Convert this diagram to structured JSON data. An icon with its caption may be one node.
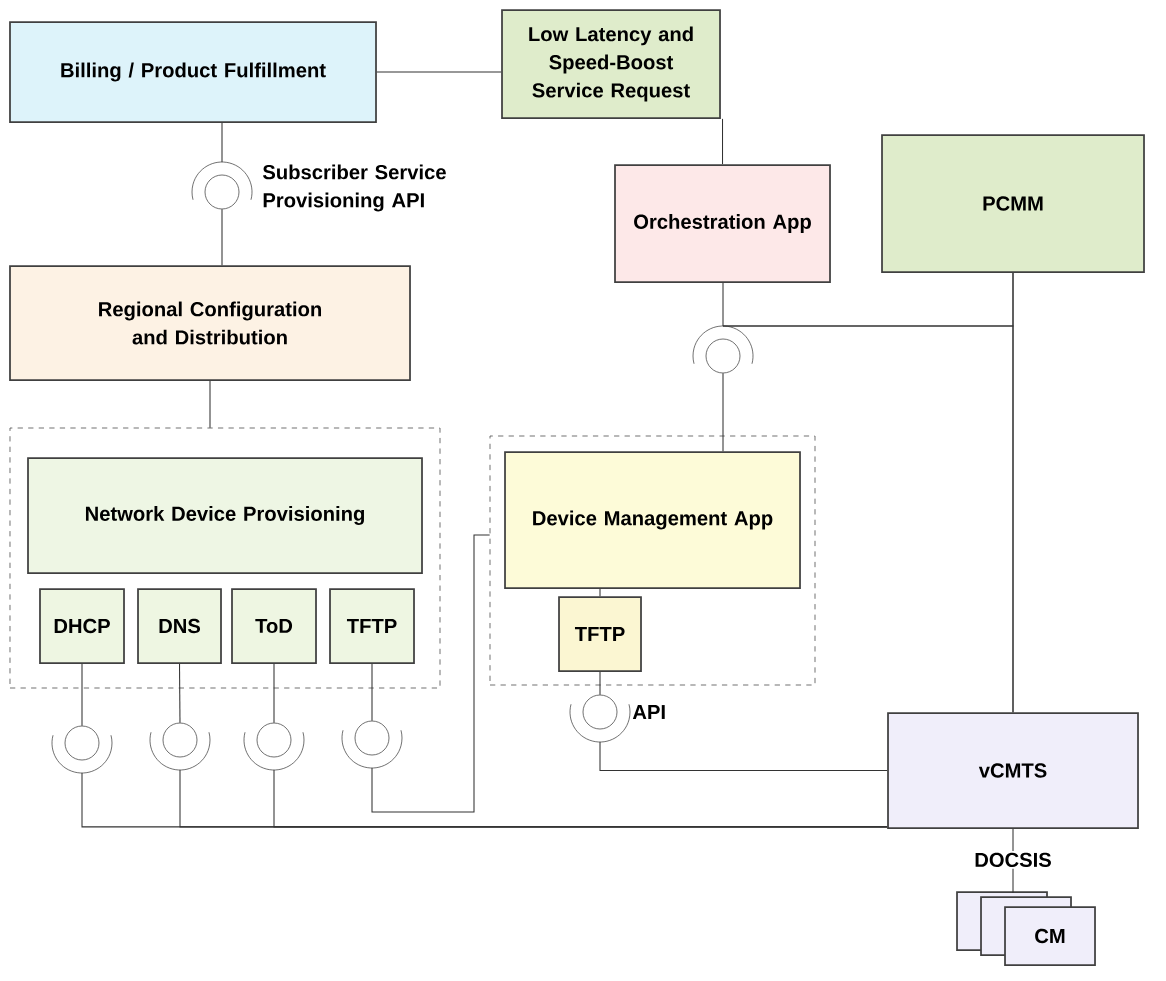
{
  "diagram": {
    "nodes": [
      {
        "text": [
          "Billing / Product Fulfillment"
        ]
      },
      {
        "text": [
          "Low Latency and Speed-Boost Service Request"
        ]
      },
      {
        "text": [
          "Orchestration App"
        ]
      },
      {
        "text": [
          "PCMM"
        ]
      },
      {
        "text": [
          "Regional Configuration and Distribution"
        ]
      },
      {
        "text": [],
        "shape": "box"
      },
      {
        "text": [
          "Network Device Provisioning"
        ],
        "in": 5
      },
      {
        "text": [
          "DHCP"
        ],
        "in": 5
      },
      {
        "text": [
          "DNS"
        ],
        "in": 5
      },
      {
        "text": [
          "ToD"
        ],
        "in": 5
      },
      {
        "text": [
          "TFTP"
        ],
        "in": 5
      },
      {
        "text": [],
        "shape": "box"
      },
      {
        "text": [
          "Device Management App"
        ],
        "in": 11
      },
      {
        "text": [
          "TFTP"
        ],
        "in": 11
      },
      {
        "text": [
          "vCMTS"
        ]
      },
      {
        "text": [
          "CM"
        ]
      },
      {
        "text": [],
        "shape": "circle",
        "beside": [
          "Subscriber Service Provisioning API"
        ]
      },
      {
        "text": [],
        "shape": "circle"
      },
      {
        "text": [],
        "shape": "circle"
      },
      {
        "text": [],
        "shape": "circle"
      },
      {
        "text": [],
        "shape": "circle"
      },
      {
        "text": [],
        "shape": "circle"
      },
      {
        "text": [],
        "shape": "circle",
        "beside": [
          "API"
        ]
      }
    ],
    "edges": [
      {
        "from": 0,
        "to": 1,
        "arrow": "none"
      },
      {
        "from": 1,
        "to": 2,
        "arrow": "none"
      },
      {
        "from": 0,
        "to": 16,
        "arrow": "none"
      },
      {
        "from": 16,
        "to": 4,
        "arrow": "none"
      },
      {
        "from": 4,
        "to": 5,
        "arrow": "none"
      },
      {
        "from": 2,
        "to": 17,
        "arrow": "none"
      },
      {
        "from": 17,
        "to": 12,
        "arrow": "none"
      },
      {
        "from": 17,
        "to": 3,
        "arrow": "none"
      },
      {
        "from": 17,
        "to": 14,
        "arrow": "none"
      },
      {
        "from": 3,
        "to": 14,
        "arrow": "none"
      },
      {
        "from": 7,
        "to": 18,
        "arrow": "none"
      },
      {
        "from": 8,
        "to": 19,
        "arrow": "none"
      },
      {
        "from": 9,
        "to": 20,
        "arrow": "none"
      },
      {
        "from": 10,
        "to": 21,
        "arrow": "none"
      },
      {
        "from": 18,
        "to": 14,
        "arrow": "none"
      },
      {
        "from": 19,
        "to": 14,
        "arrow": "none"
      },
      {
        "from": 20,
        "to": 14,
        "arrow": "none"
      },
      {
        "from": 21,
        "to": 11,
        "arrow": "none"
      },
      {
        "from": 12,
        "to": 13,
        "arrow": "none"
      },
      {
        "from": 13,
        "to": 22,
        "arrow": "none"
      },
      {
        "from": 22,
        "to": 14,
        "arrow": "none"
      },
      {
        "from": 14,
        "to": 15,
        "arrow": "none",
        "label": "DOCSIS"
      }
    ]
  }
}
